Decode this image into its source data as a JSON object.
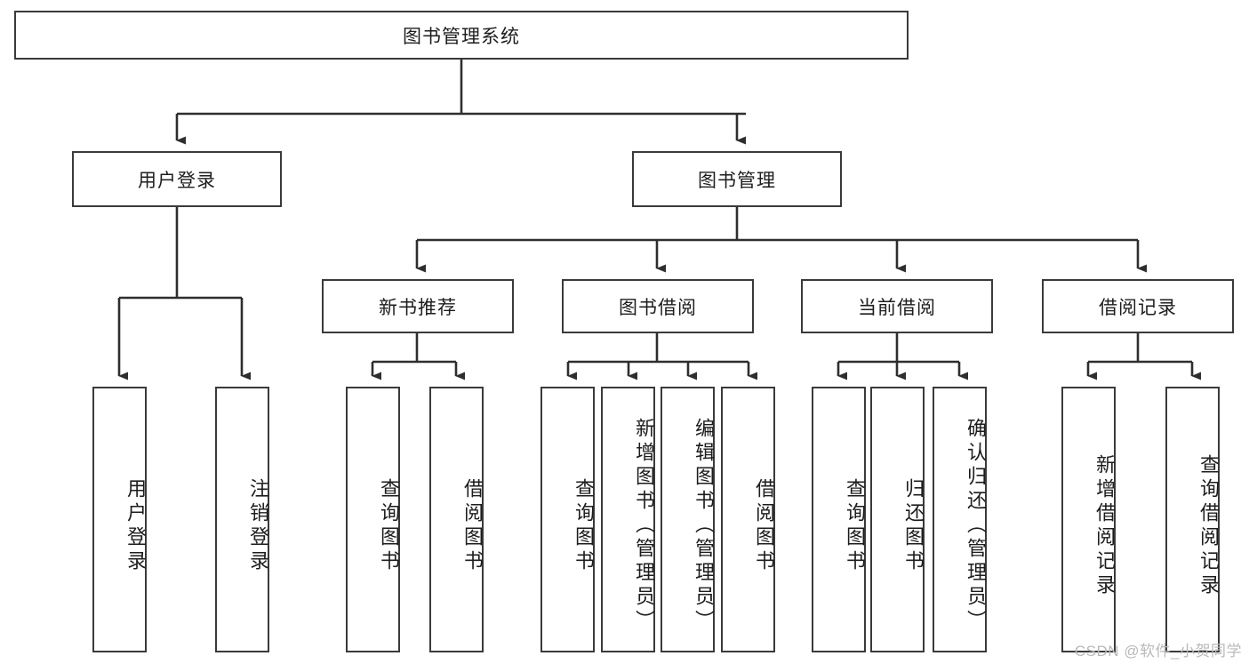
{
  "diagram": {
    "title_node": {
      "label": "图书管理系统"
    },
    "level1": [
      {
        "label": "用户登录"
      },
      {
        "label": "图书管理"
      }
    ],
    "level2": [
      {
        "label": "新书推荐"
      },
      {
        "label": "图书借阅"
      },
      {
        "label": "当前借阅"
      },
      {
        "label": "借阅记录"
      }
    ],
    "leaves": {
      "user_login": [
        {
          "label": "用户登录"
        },
        {
          "label": "注销登录"
        }
      ],
      "new_book_recommend": [
        {
          "label": "查询图书"
        },
        {
          "label": "借阅图书"
        }
      ],
      "book_borrow": [
        {
          "label": "查询图书"
        },
        {
          "label": "新增图书（管理员）"
        },
        {
          "label": "编辑图书（管理员）"
        },
        {
          "label": "借阅图书"
        }
      ],
      "current_borrow": [
        {
          "label": "查询图书"
        },
        {
          "label": "归还图书"
        },
        {
          "label": "确认归还（管理员）"
        }
      ],
      "borrow_record": [
        {
          "label": "新增借阅记录"
        },
        {
          "label": "查询借阅记录"
        }
      ]
    }
  },
  "watermark": {
    "text": "CSDN @软件_小贺同学"
  },
  "colors": {
    "border": "#3a3a3a",
    "text": "#1d1d1d",
    "background": "#ffffff",
    "watermark": "#b9b9b9"
  }
}
